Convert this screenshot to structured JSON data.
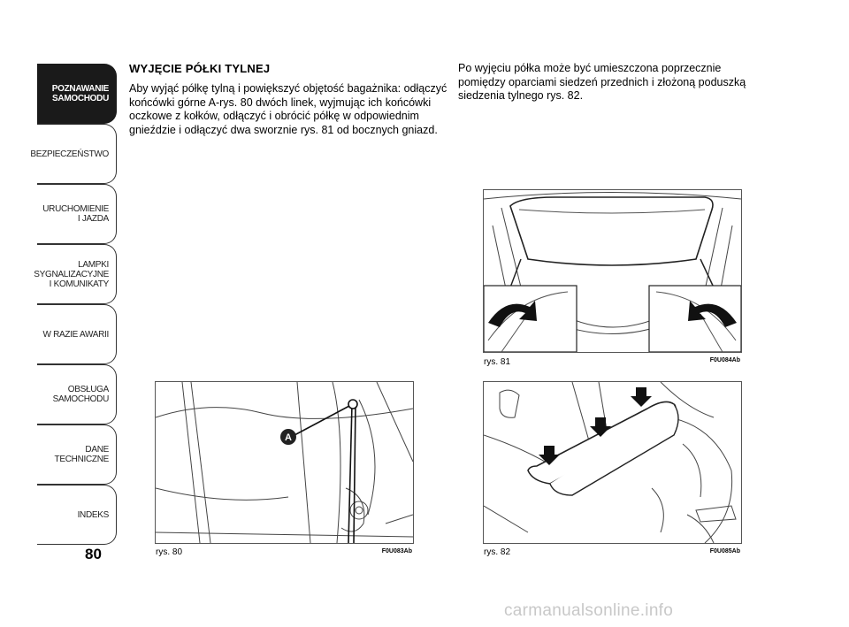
{
  "sidebar": {
    "items": [
      {
        "label": "POZNAWANIE\nSAMOCHODU",
        "active": true
      },
      {
        "label": "BEZPIECZEŃSTWO",
        "active": false
      },
      {
        "label": "URUCHOMIENIE\nI JAZDA",
        "active": false
      },
      {
        "label": "LAMPKI\nSYGNALIZACYJNE\nI KOMUNIKATY",
        "active": false
      },
      {
        "label": "W RAZIE AWARII",
        "active": false
      },
      {
        "label": "OBSŁUGA\nSAMOCHODU",
        "active": false
      },
      {
        "label": "DANE\nTECHNICZNE",
        "active": false
      },
      {
        "label": "INDEKS",
        "active": false
      }
    ]
  },
  "page_number": "80",
  "section": {
    "heading": "WYJĘCIE PÓŁKI TYLNEJ",
    "paragraph1": "Aby wyjąć półkę tylną i powiększyć objętość bagażnika: odłączyć końcówki górne A-rys. 80 dwóch linek, wyjmując ich końcówki oczkowe z kołków, odłączyć i obrócić półkę w odpowiednim gnieździe i odłączyć dwa sworznie rys. 81 od bocznych gniazd.",
    "paragraph2": "Po wyjęciu półka może być umieszczona poprzecznie pomiędzy oparciami siedzeń przednich i złożoną poduszką siedzenia tylnego rys. 82."
  },
  "figures": {
    "fig80": {
      "caption": "rys. 80",
      "code": "F0U083Ab",
      "label": "A"
    },
    "fig81": {
      "caption": "rys. 81",
      "code": "F0U084Ab"
    },
    "fig82": {
      "caption": "rys. 82",
      "code": "F0U085Ab"
    }
  },
  "watermark": "carmanualsonline.info"
}
